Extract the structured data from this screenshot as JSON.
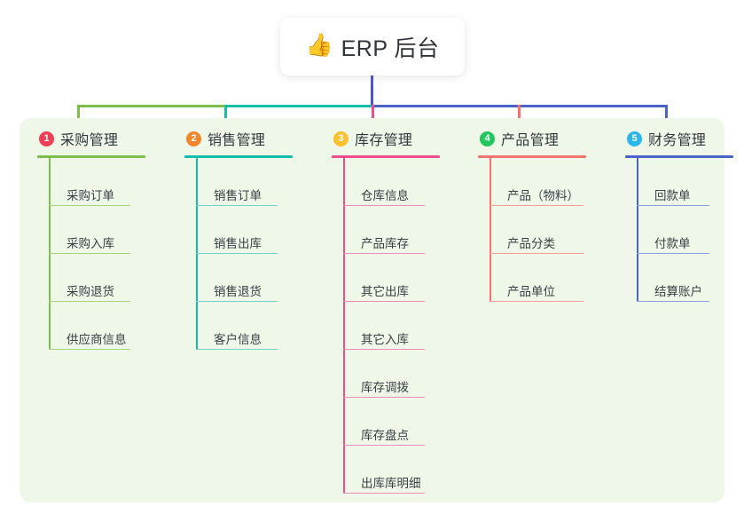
{
  "root": {
    "icon": "thumbs-up-icon",
    "icon_glyph": "👍",
    "title": "ERP 后台"
  },
  "colors": {
    "panel_bg": "#eff7e9",
    "page_bg": "#ffffff",
    "text": "#3a3f45",
    "trunk": "#4a57c4",
    "branch_green": "#7cbf4b",
    "branch_teal": "#12bfae",
    "branch_pink": "#ee4d8d",
    "branch_salmon": "#f4736e",
    "branch_blue": "#4a63c8"
  },
  "columns": [
    {
      "number": "1",
      "title": "采购管理",
      "badge_color": "#ef3e56",
      "line_color": "#7cbf4b",
      "rule_color": "#a8d47c",
      "items": [
        {
          "label": "采购订单"
        },
        {
          "label": "采购入库"
        },
        {
          "label": "采购退货"
        },
        {
          "label": "供应商信息"
        }
      ]
    },
    {
      "number": "2",
      "title": "销售管理",
      "badge_color": "#f5852a",
      "line_color": "#12bfae",
      "rule_color": "#6fd4c9",
      "items": [
        {
          "label": "销售订单"
        },
        {
          "label": "销售出库"
        },
        {
          "label": "销售退货"
        },
        {
          "label": "客户信息"
        }
      ]
    },
    {
      "number": "3",
      "title": "库存管理",
      "badge_color": "#fbc02d",
      "line_color": "#ee4d8d",
      "rule_color": "#f18cba",
      "items": [
        {
          "label": "仓库信息"
        },
        {
          "label": "产品库存"
        },
        {
          "label": "其它出库"
        },
        {
          "label": "其它入库"
        },
        {
          "label": "库存调拨"
        },
        {
          "label": "库存盘点"
        },
        {
          "label": "出库库明细"
        }
      ]
    },
    {
      "number": "4",
      "title": "产品管理",
      "badge_color": "#22c55e",
      "line_color": "#f4736e",
      "rule_color": "#f79d99",
      "items": [
        {
          "label": "产品（物料）"
        },
        {
          "label": "产品分类"
        },
        {
          "label": "产品单位"
        }
      ]
    },
    {
      "number": "5",
      "title": "财务管理",
      "badge_color": "#29b6e8",
      "line_color": "#4a63c8",
      "rule_color": "#8b9fe0",
      "items": [
        {
          "label": "回款单"
        },
        {
          "label": "付款单"
        },
        {
          "label": "结算账户"
        }
      ]
    }
  ]
}
